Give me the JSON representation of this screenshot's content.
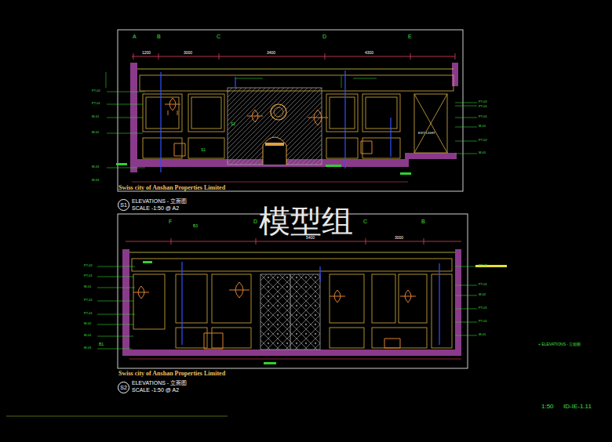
{
  "diagram": {
    "nodes": [
      {
        "text": [
          "S1"
        ]
      },
      {
        "text": [
          "S2"
        ]
      }
    ],
    "labels": [
      "Swiss city of Anshan Properties Limited",
      "ELEVATIONS - 立面图",
      "SCALE -1:50 @ A2",
      "Swiss city of Anshan Properties Limited",
      "ELEVATIONS - 立面图",
      "SCALE -1:50 @ A2",
      "模型组",
      "1:50",
      "ID-IE-1.11",
      "+ ELEVATIONS - 立面图",
      "A",
      "B",
      "C",
      "D",
      "E",
      "F",
      "D",
      "C",
      "B",
      "1200",
      "3000",
      "3400",
      "4300",
      "5400",
      "3000",
      "PT-02",
      "PT-01",
      "M-01",
      "M-02",
      "M-03",
      "M-03",
      "PT-02",
      "PT-01",
      "PT-01",
      "M-01",
      "PT-02",
      "M-01",
      "PT-02",
      "PT-01",
      "M-01",
      "PT-01",
      "PT-01",
      "M-02",
      "M-01",
      "M-03",
      "PT-02",
      "PT-01",
      "M-02",
      "PT-01",
      "PT-01",
      "M-01",
      "EXIT LIGHT",
      "S1",
      "S2",
      "B1",
      "B3"
    ]
  }
}
